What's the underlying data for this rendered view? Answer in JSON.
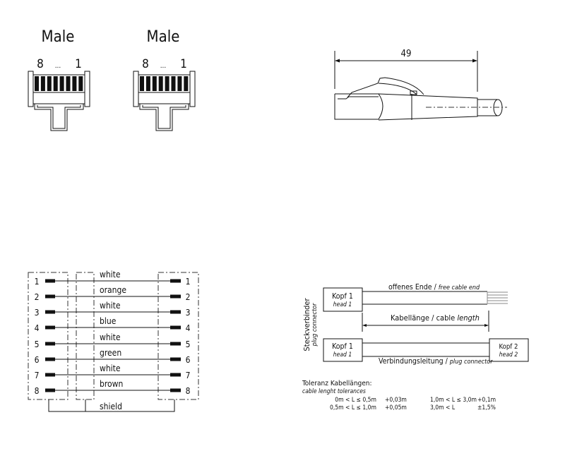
{
  "connectors": [
    {
      "title": "Male",
      "pin_left": "8",
      "ellipsis": "...",
      "pin_right": "1"
    },
    {
      "title": "Male",
      "pin_left": "8",
      "ellipsis": "...",
      "pin_right": "1"
    }
  ],
  "side_view": {
    "dimension": "49"
  },
  "wiring": {
    "pins": [
      "1",
      "2",
      "3",
      "4",
      "5",
      "6",
      "7",
      "8"
    ],
    "colors": [
      "white",
      "orange",
      "white",
      "blue",
      "white",
      "green",
      "white",
      "brown"
    ],
    "shield": "shield"
  },
  "cable_types": {
    "vertical_label": "Steckverbinder",
    "vertical_label_en": "plug connector",
    "head1": "Kopf 1",
    "head1_en": "head 1",
    "head2": "Kopf 2",
    "head2_en": "head 2",
    "free_end": "offenes Ende /",
    "free_end_en": "free cable end",
    "length": "Kabellänge / cable",
    "length_en": "length",
    "connection": "Verbindungsleitung /",
    "connection_en": "plug connector"
  },
  "tolerances": {
    "title": "Toleranz Kabellängen:",
    "title_en": "cable lenght tolerances",
    "rows": [
      [
        "0m < L ≤ 0,5m",
        "+0,03m",
        "1,0m < L ≤ 3,0m",
        "+0,1m"
      ],
      [
        "0,5m < L ≤ 1,0m",
        "+0,05m",
        "3,0m < L",
        "±1,5%"
      ]
    ]
  }
}
